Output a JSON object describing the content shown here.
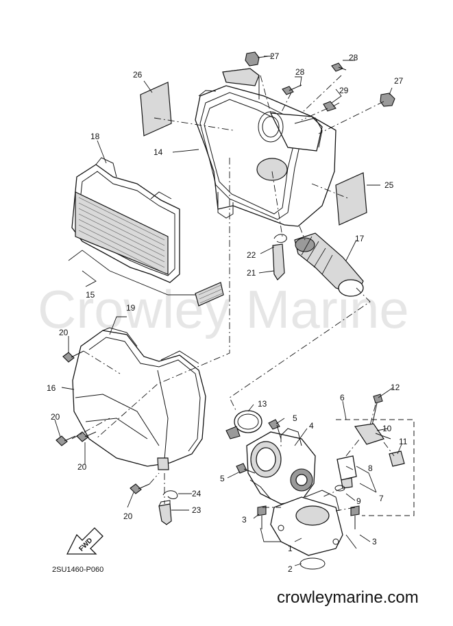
{
  "watermark": "Crowley Marine",
  "diagram_code": "2SU1460-P060",
  "site_url": "crowleymarine.com",
  "fwd_label": "FWD",
  "callouts": {
    "c1": "1",
    "c2": "2",
    "c3a": "3",
    "c3b": "3",
    "c4": "4",
    "c5a": "5",
    "c5b": "5",
    "c6": "6",
    "c7": "7",
    "c8": "8",
    "c9": "9",
    "c10": "10",
    "c11": "11",
    "c12": "12",
    "c13": "13",
    "c14": "14",
    "c15": "15",
    "c16": "16",
    "c17": "17",
    "c18": "18",
    "c19": "19",
    "c20a": "20",
    "c20b": "20",
    "c20c": "20",
    "c20d": "20",
    "c21": "21",
    "c22": "22",
    "c23": "23",
    "c24": "24",
    "c25": "25",
    "c26": "26",
    "c27a": "27",
    "c27b": "27",
    "c28a": "28",
    "c28b": "28",
    "c29": "29"
  }
}
